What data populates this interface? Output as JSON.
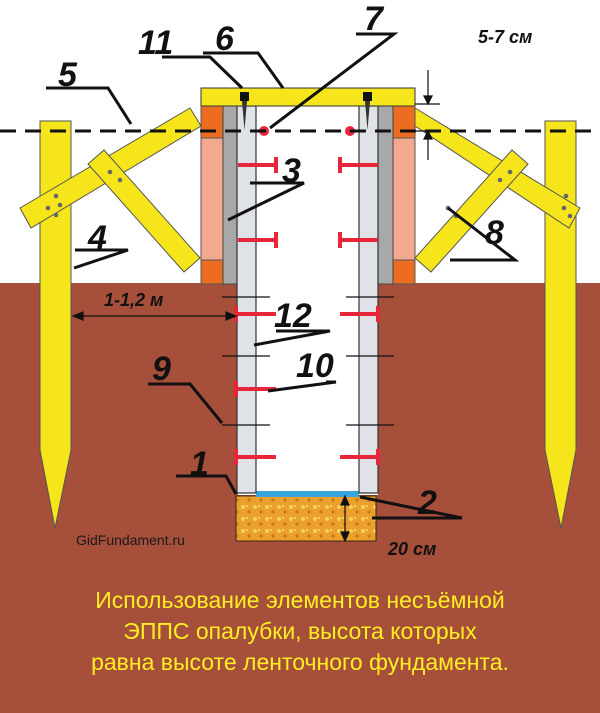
{
  "labels": {
    "n1": "1",
    "n2": "2",
    "n3": "3",
    "n4": "4",
    "n5": "5",
    "n6": "6",
    "n7": "7",
    "n8": "8",
    "n9": "9",
    "n10": "10",
    "n11": "11",
    "n12": "12"
  },
  "dimensions": {
    "top_gap": "5-7 см",
    "distance": "1-1,2 м",
    "bed_height": "20 см"
  },
  "watermark": "GidFundament.ru",
  "caption": {
    "line1": "Использование элементов несъёмной",
    "line2": "ЭППС опалубки, высота которых",
    "line3": "равна высоте ленточного фундамента."
  },
  "colors": {
    "soil": "#a64f3a",
    "timber": "#f5e51a",
    "epps": "#dfe2e6",
    "insulation": "#f3a98e",
    "sand": "#e8a224",
    "tie": "#e8263a",
    "waterproof": "#38a6dc"
  }
}
